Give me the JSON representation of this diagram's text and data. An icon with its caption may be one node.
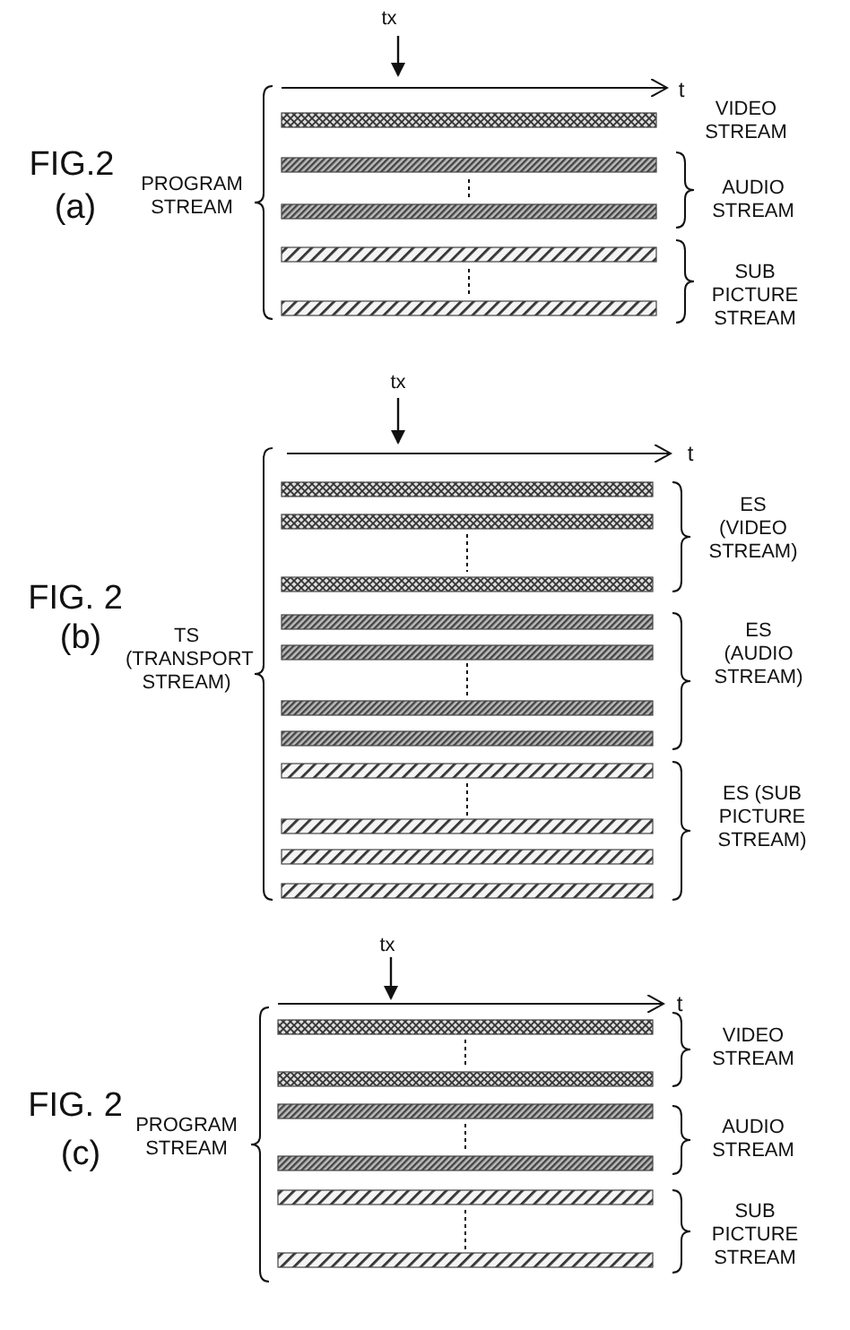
{
  "diagram": {
    "labels": [
      "tx",
      "t",
      "FIG.2",
      "(a)",
      "PROGRAM STREAM",
      "VIDEO STREAM",
      "AUDIO STREAM",
      "SUB PICTURE STREAM",
      "tx",
      "t",
      "FIG. 2",
      "(b)",
      "TS (TRANSPORT STREAM)",
      "ES (VIDEO STREAM)",
      "ES (AUDIO STREAM)",
      "ES (SUB PICTURE STREAM)",
      "tx",
      "t",
      "FIG. 2",
      "(c)",
      "PROGRAM STREAM",
      "VIDEO STREAM",
      "AUDIO STREAM",
      "SUB PICTURE STREAM"
    ]
  }
}
